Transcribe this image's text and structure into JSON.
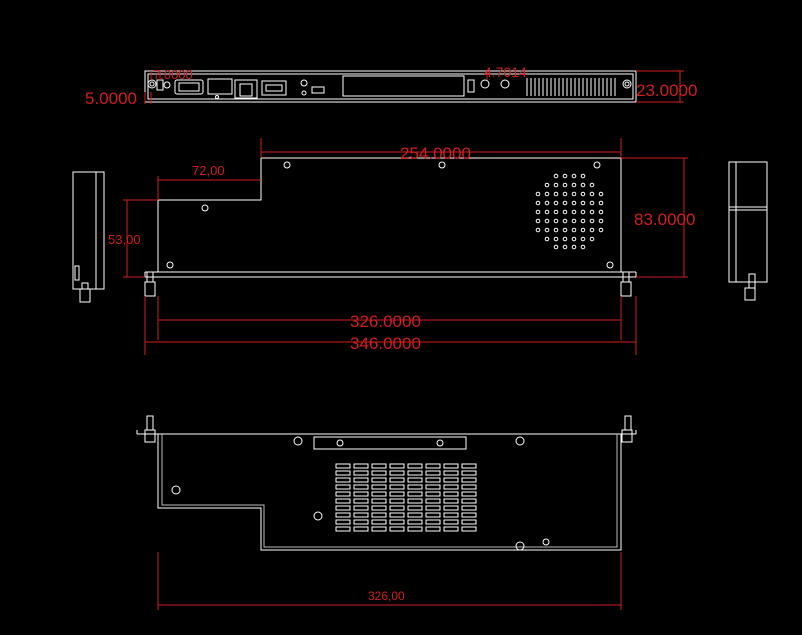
{
  "dimensions": {
    "front_height": "23.0000",
    "front_gap": "5.0000",
    "front_left_label": "7.0000",
    "front_right_label": "4.7014",
    "top_width": "254.0000",
    "step_width": "72,00",
    "step_height": "53,00",
    "body_height": "83.0000",
    "inner_length": "326.0000",
    "overall_length": "346.0000",
    "bottom_length": "326,00"
  }
}
